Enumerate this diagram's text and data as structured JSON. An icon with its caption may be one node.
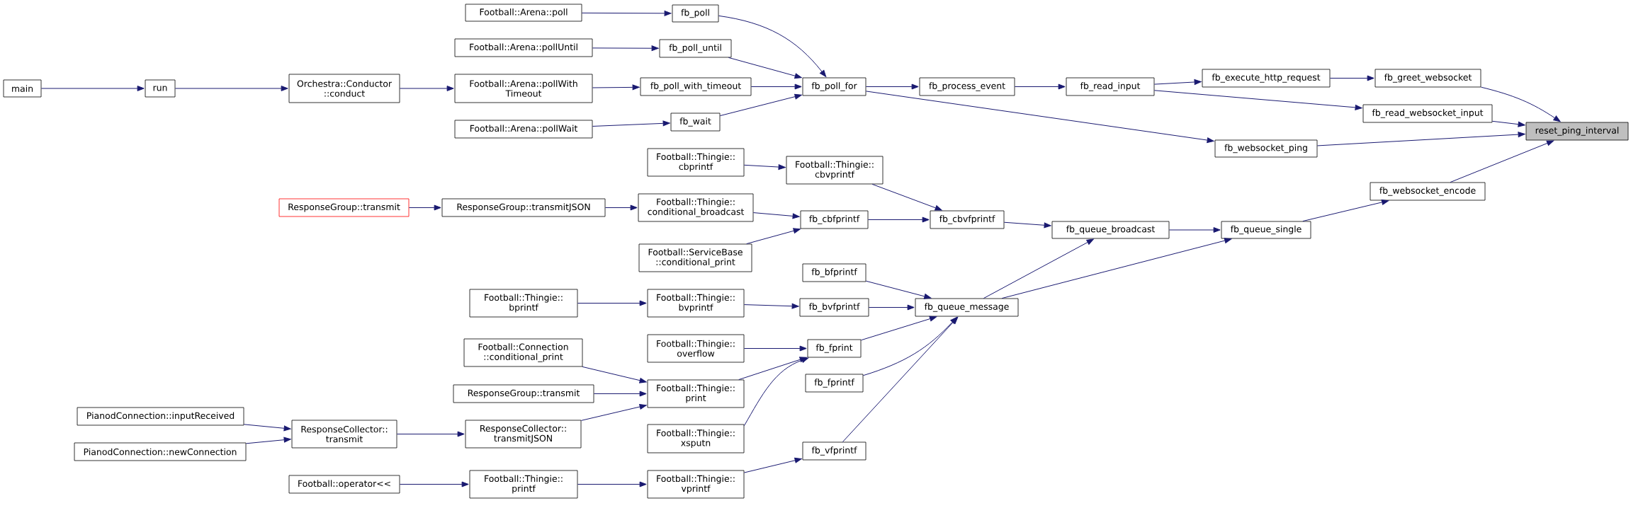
{
  "diagram": {
    "nodes": [
      {
        "text": [
          "main"
        ]
      },
      {
        "text": [
          "run"
        ]
      },
      {
        "text": [
          "Orchestra::Conductor ::conduct"
        ]
      },
      {
        "text": [
          "ResponseGroup::transmit"
        ]
      },
      {
        "text": [
          "PianodConnection::inputReceived"
        ]
      },
      {
        "text": [
          "PianodConnection::newConnection"
        ]
      },
      {
        "text": [
          "ResponseCollector:: transmit"
        ]
      },
      {
        "text": [
          "Football::operator<<"
        ]
      },
      {
        "text": [
          "Football::Arena::poll"
        ]
      },
      {
        "text": [
          "Football::Arena::pollUntil"
        ]
      },
      {
        "text": [
          "Football::Arena::pollWith Timeout"
        ]
      },
      {
        "text": [
          "Football::Arena::pollWait"
        ]
      },
      {
        "text": [
          "ResponseGroup::transmitJSON"
        ]
      },
      {
        "text": [
          "Football::Thingie:: bprintf"
        ]
      },
      {
        "text": [
          "Football::Connection ::conditional_print"
        ]
      },
      {
        "text": [
          "ResponseGroup::transmit"
        ]
      },
      {
        "text": [
          "ResponseCollector:: transmitJSON"
        ]
      },
      {
        "text": [
          "Football::Thingie:: printf"
        ]
      },
      {
        "text": [
          "fb_poll"
        ]
      },
      {
        "text": [
          "fb_poll_until"
        ]
      },
      {
        "text": [
          "fb_poll_with_timeout"
        ]
      },
      {
        "text": [
          "fb_wait"
        ]
      },
      {
        "text": [
          "Football::Thingie:: cbprintf"
        ]
      },
      {
        "text": [
          "Football::Thingie:: conditional_broadcast"
        ]
      },
      {
        "text": [
          "Football::ServiceBase ::conditional_print"
        ]
      },
      {
        "text": [
          "Football::Thingie:: bvprintf"
        ]
      },
      {
        "text": [
          "Football::Thingie:: overflow"
        ]
      },
      {
        "text": [
          "Football::Thingie:: print"
        ]
      },
      {
        "text": [
          "Football::Thingie:: xsputn"
        ]
      },
      {
        "text": [
          "Football::Thingie:: vprintf"
        ]
      },
      {
        "text": [
          "fb_poll_for"
        ]
      },
      {
        "text": [
          "Football::Thingie:: cbvprintf"
        ]
      },
      {
        "text": [
          "fb_cbfprintf"
        ]
      },
      {
        "text": [
          "fb_bfprintf"
        ]
      },
      {
        "text": [
          "fb_bvfprintf"
        ]
      },
      {
        "text": [
          "fb_fprint"
        ]
      },
      {
        "text": [
          "fb_fprintf"
        ]
      },
      {
        "text": [
          "fb_vfprintf"
        ]
      },
      {
        "text": [
          "fb_process_event"
        ]
      },
      {
        "text": [
          "fb_cbvfprintf"
        ]
      },
      {
        "text": [
          "fb_queue_message"
        ]
      },
      {
        "text": [
          "fb_read_input"
        ]
      },
      {
        "text": [
          "fb_queue_broadcast"
        ]
      },
      {
        "text": [
          "fb_execute_http_request"
        ]
      },
      {
        "text": [
          "fb_websocket_ping"
        ]
      },
      {
        "text": [
          "fb_queue_single"
        ]
      },
      {
        "text": [
          "fb_greet_websocket"
        ]
      },
      {
        "text": [
          "fb_read_websocket_input"
        ]
      },
      {
        "text": [
          "fb_websocket_encode"
        ]
      },
      {
        "text": [
          "reset_ping_interval"
        ]
      }
    ],
    "edges": [
      {
        "from": 0,
        "to": 1,
        "arrow": "to"
      },
      {
        "from": 1,
        "to": 2,
        "arrow": "to"
      },
      {
        "from": 2,
        "to": 10,
        "arrow": "to"
      },
      {
        "from": 3,
        "to": 12,
        "arrow": "to"
      },
      {
        "from": 4,
        "to": 6,
        "arrow": "to"
      },
      {
        "from": 5,
        "to": 6,
        "arrow": "to"
      },
      {
        "from": 6,
        "to": 16,
        "arrow": "to"
      },
      {
        "from": 7,
        "to": 17,
        "arrow": "to"
      },
      {
        "from": 8,
        "to": 18,
        "arrow": "to"
      },
      {
        "from": 9,
        "to": 19,
        "arrow": "to"
      },
      {
        "from": 10,
        "to": 20,
        "arrow": "to"
      },
      {
        "from": 11,
        "to": 21,
        "arrow": "to"
      },
      {
        "from": 12,
        "to": 23,
        "arrow": "to"
      },
      {
        "from": 13,
        "to": 25,
        "arrow": "to"
      },
      {
        "from": 14,
        "to": 27,
        "arrow": "to"
      },
      {
        "from": 15,
        "to": 27,
        "arrow": "to"
      },
      {
        "from": 16,
        "to": 27,
        "arrow": "to"
      },
      {
        "from": 17,
        "to": 29,
        "arrow": "to"
      },
      {
        "from": 18,
        "to": 30,
        "arrow": "to"
      },
      {
        "from": 19,
        "to": 30,
        "arrow": "to"
      },
      {
        "from": 20,
        "to": 30,
        "arrow": "to"
      },
      {
        "from": 21,
        "to": 30,
        "arrow": "to"
      },
      {
        "from": 22,
        "to": 31,
        "arrow": "to"
      },
      {
        "from": 23,
        "to": 32,
        "arrow": "to"
      },
      {
        "from": 24,
        "to": 32,
        "arrow": "to"
      },
      {
        "from": 25,
        "to": 34,
        "arrow": "to"
      },
      {
        "from": 26,
        "to": 35,
        "arrow": "to"
      },
      {
        "from": 27,
        "to": 35,
        "arrow": "to"
      },
      {
        "from": 28,
        "to": 35,
        "arrow": "to"
      },
      {
        "from": 29,
        "to": 37,
        "arrow": "to"
      },
      {
        "from": 30,
        "to": 38,
        "arrow": "to"
      },
      {
        "from": 30,
        "to": 44,
        "arrow": "to"
      },
      {
        "from": 31,
        "to": 39,
        "arrow": "to"
      },
      {
        "from": 32,
        "to": 39,
        "arrow": "to"
      },
      {
        "from": 33,
        "to": 40,
        "arrow": "to"
      },
      {
        "from": 34,
        "to": 40,
        "arrow": "to"
      },
      {
        "from": 35,
        "to": 40,
        "arrow": "to"
      },
      {
        "from": 36,
        "to": 40,
        "arrow": "to"
      },
      {
        "from": 37,
        "to": 40,
        "arrow": "to"
      },
      {
        "from": 38,
        "to": 41,
        "arrow": "to"
      },
      {
        "from": 39,
        "to": 42,
        "arrow": "to"
      },
      {
        "from": 40,
        "to": 42,
        "arrow": "to"
      },
      {
        "from": 40,
        "to": 45,
        "arrow": "to"
      },
      {
        "from": 41,
        "to": 43,
        "arrow": "to"
      },
      {
        "from": 41,
        "to": 47,
        "arrow": "to"
      },
      {
        "from": 42,
        "to": 45,
        "arrow": "to"
      },
      {
        "from": 43,
        "to": 46,
        "arrow": "to"
      },
      {
        "from": 44,
        "to": 49,
        "arrow": "to"
      },
      {
        "from": 45,
        "to": 48,
        "arrow": "to"
      },
      {
        "from": 46,
        "to": 49,
        "arrow": "to"
      },
      {
        "from": 47,
        "to": 49,
        "arrow": "to"
      },
      {
        "from": 48,
        "to": 49,
        "arrow": "to"
      }
    ]
  }
}
